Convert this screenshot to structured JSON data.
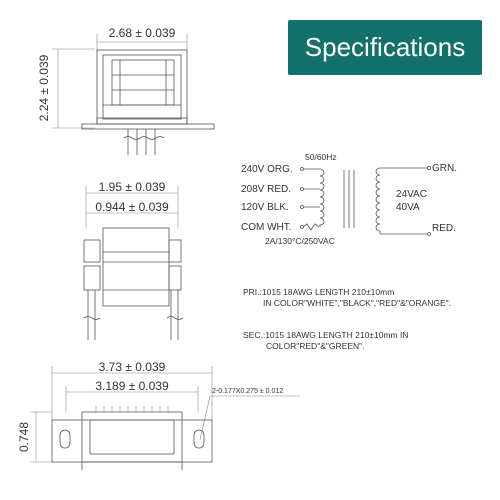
{
  "banner": {
    "title": "Specifications"
  },
  "top_view": {
    "width_dim": "2.68 ± 0.039",
    "height_dim": "2.24 ± 0.039"
  },
  "side_view": {
    "outer_dim": "1.95 ± 0.039",
    "inner_dim": "0.944 ± 0.039"
  },
  "bottom_view": {
    "outer_dim": "3.73 ± 0.039",
    "inner_dim": "3.189 ± 0.039",
    "height_dim": "0.748",
    "slot_dim": "2-0.177X0.275 ± 0.012"
  },
  "schematic": {
    "freq": "50/60Hz",
    "primary": [
      "240V ORG.",
      "208V RED.",
      "120V BLK.",
      "COM WHT."
    ],
    "fuse": "2A/130°C/250VAC",
    "secondary_top": "GRN.",
    "secondary_bottom": "RED.",
    "output_v": "24VAC",
    "output_va": "40VA"
  },
  "notes": {
    "pri_line1": "PRI.:1015 18AWG LENGTH 210±10mm",
    "pri_line2": "IN COLOR\"WHITE\",\"BLACK\",\"RED\"&\"ORANGE\".",
    "sec_line1": "SEC.:1015 18AWG LENGTH 210±10mm IN",
    "sec_line2": "COLOR\"RED\"&\"GREEN\"."
  }
}
